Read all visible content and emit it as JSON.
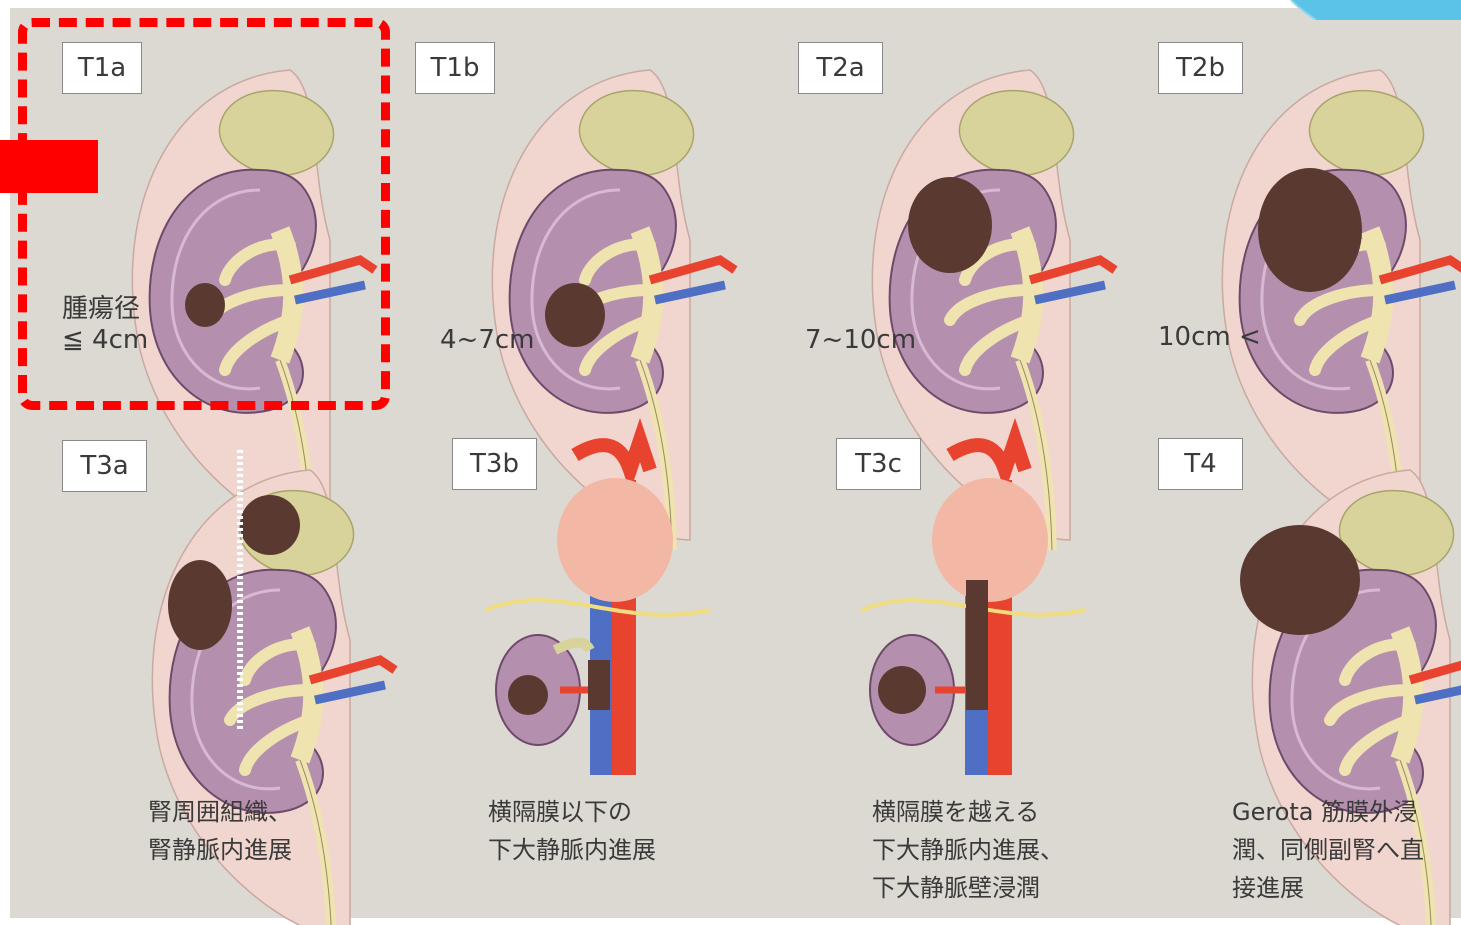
{
  "stages": [
    {
      "id": "T1a",
      "label": "T1a",
      "size_lines": [
        "腫瘍径",
        "≦ 4cm"
      ]
    },
    {
      "id": "T1b",
      "label": "T1b",
      "size": "4~7cm"
    },
    {
      "id": "T2a",
      "label": "T2a",
      "size": "7~10cm"
    },
    {
      "id": "T2b",
      "label": "T2b",
      "size": "10cm <"
    },
    {
      "id": "T3a",
      "label": "T3a",
      "desc_lines": [
        "腎周囲組織、",
        "腎静脈内進展"
      ]
    },
    {
      "id": "T3b",
      "label": "T3b",
      "desc_lines": [
        "横隔膜以下の",
        "下大静脈内進展"
      ]
    },
    {
      "id": "T3c",
      "label": "T3c",
      "desc_lines": [
        "横隔膜を越える",
        "下大静脈内進展、",
        "下大静脈壁浸潤"
      ]
    },
    {
      "id": "T4",
      "label": "T4",
      "desc_lines": [
        "Gerota 筋膜外浸",
        "潤、同側副腎へ直",
        "接進展"
      ]
    }
  ],
  "highlight_target": "T1a",
  "colors": {
    "panel": "#dcd9d2",
    "highlight": "#ff0000",
    "kidney": "#b58fae",
    "tumor": "#5a3a30",
    "fat": "#f1d6cf",
    "adrenal": "#d8d39a",
    "artery": "#e8432f",
    "vein": "#4e6fc4",
    "ureter": "#efe3b0",
    "heart": "#f3b8a5",
    "diaphragm": "#f1dc7e"
  },
  "icons": [
    "kidney-illustration",
    "heart-illustration",
    "tumor-mass"
  ]
}
